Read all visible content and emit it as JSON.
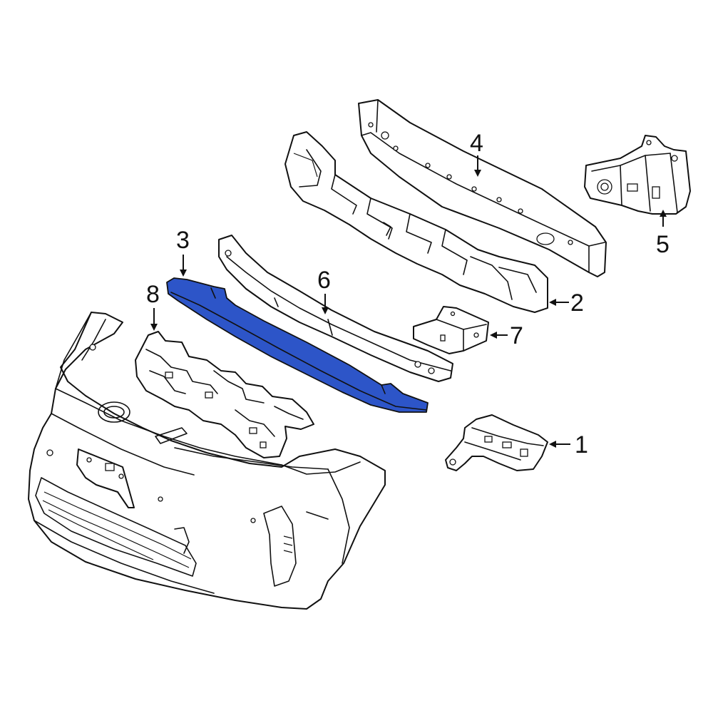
{
  "diagram": {
    "highlight_color": "#2d55c8",
    "line_color": "#111111",
    "background": "#ffffff",
    "highlighted_part": "3",
    "callouts": [
      {
        "id": "1",
        "label": "1"
      },
      {
        "id": "2",
        "label": "2"
      },
      {
        "id": "3",
        "label": "3"
      },
      {
        "id": "4",
        "label": "4"
      },
      {
        "id": "5",
        "label": "5"
      },
      {
        "id": "6",
        "label": "6"
      },
      {
        "id": "7",
        "label": "7"
      },
      {
        "id": "8",
        "label": "8"
      }
    ]
  }
}
